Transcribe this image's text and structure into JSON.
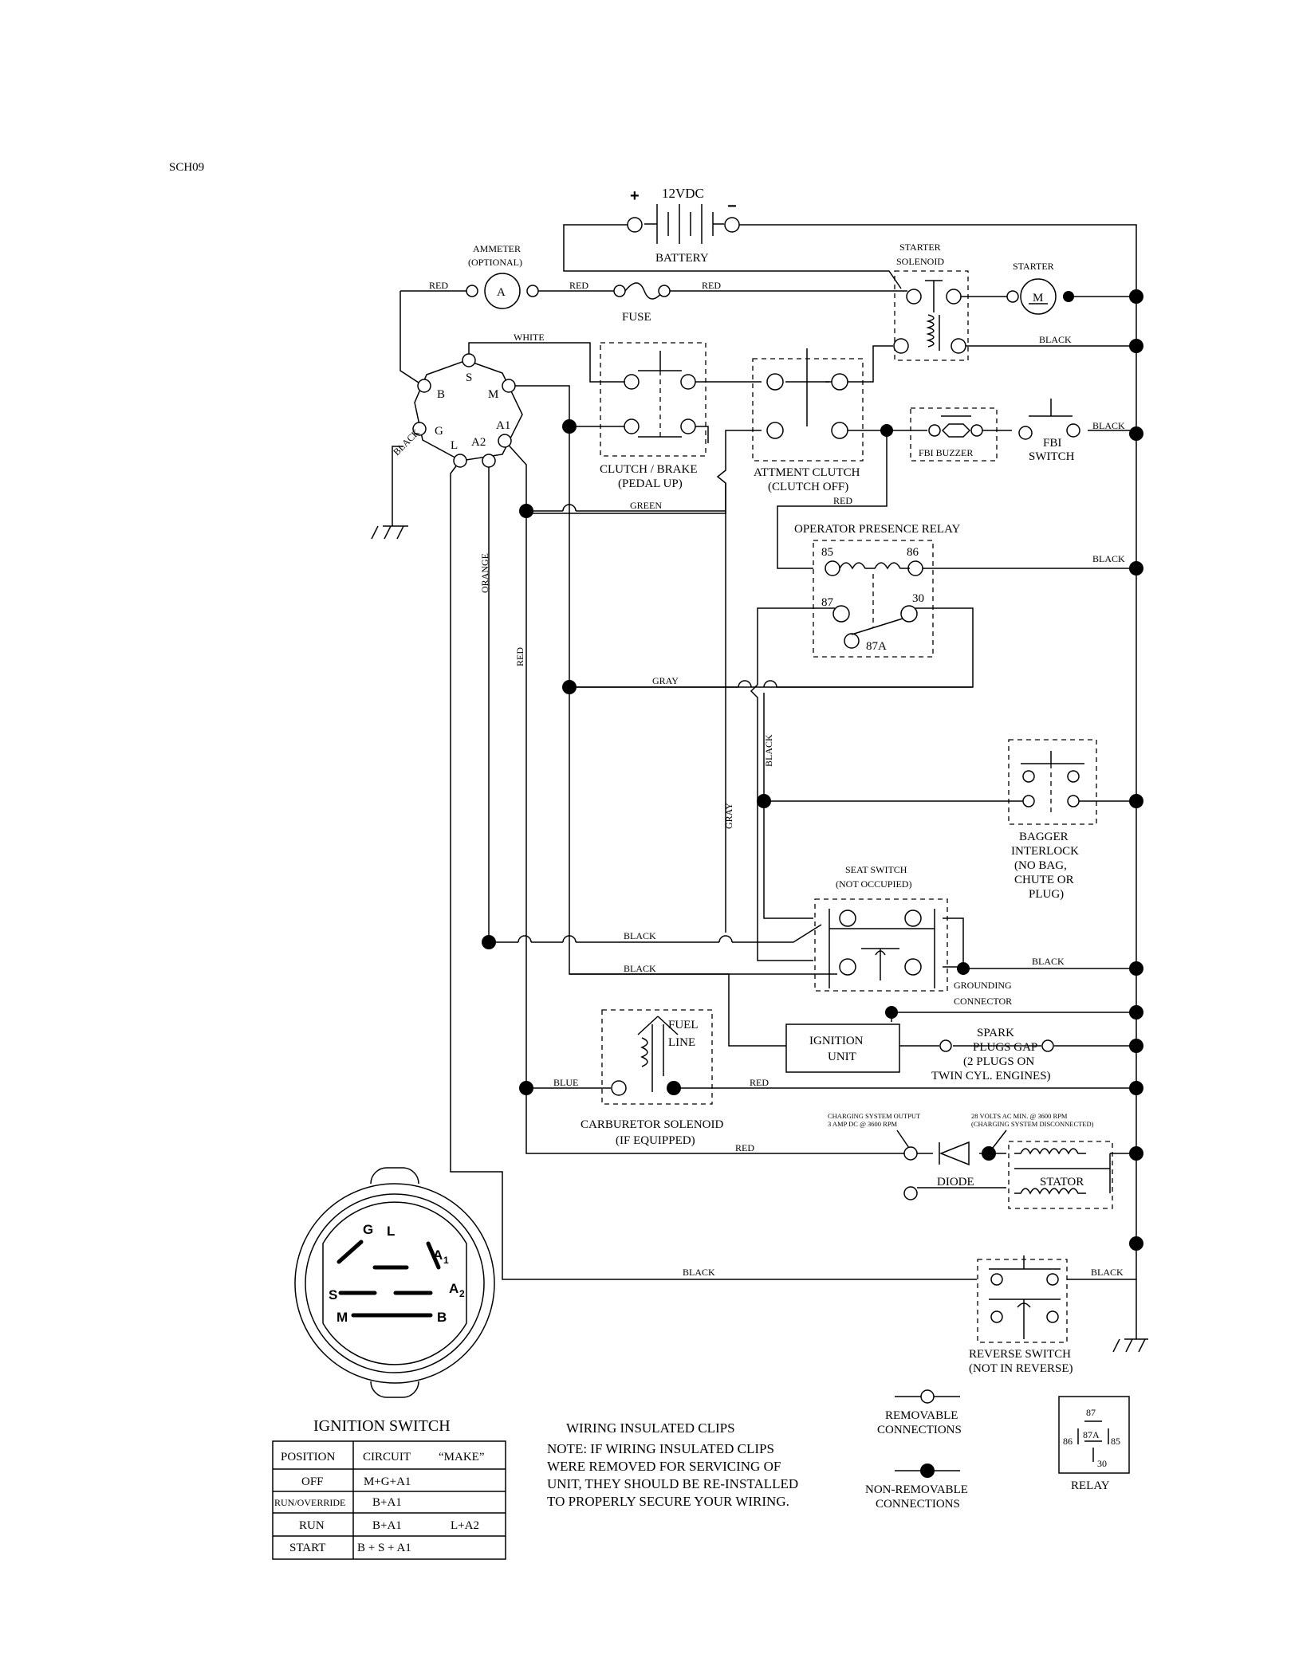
{
  "diagram_id": "SCH09",
  "battery": {
    "voltage": "12VDC",
    "plus": "+",
    "minus": "−",
    "label": "BATTERY"
  },
  "ammeter": {
    "title": "AMMETER",
    "note": "(OPTIONAL)",
    "symbol": "A"
  },
  "fuse": "FUSE",
  "starter_solenoid": [
    "STARTER",
    "SOLENOID"
  ],
  "starter": {
    "label": "STARTER",
    "symbol": "M"
  },
  "ignition_terminals": {
    "B": "B",
    "S": "S",
    "M": "M",
    "G": "G",
    "L": "L",
    "A1": "A1",
    "A2": "A2"
  },
  "clutch_brake": [
    "CLUTCH / BRAKE",
    "(PEDAL UP)"
  ],
  "attment_clutch": [
    "ATTMENT CLUTCH",
    "(CLUTCH OFF)"
  ],
  "fbi_buzzer": "FBI BUZZER",
  "fbi_switch": [
    "FBI",
    "SWITCH"
  ],
  "operator_relay": {
    "title": "OPERATOR PRESENCE RELAY",
    "t85": "85",
    "t86": "86",
    "t87": "87",
    "t30": "30",
    "t87a": "87A"
  },
  "bagger": [
    "BAGGER",
    "INTERLOCK",
    "(NO BAG,",
    "CHUTE OR",
    "PLUG)"
  ],
  "seat_switch": [
    "SEAT SWITCH",
    "(NOT OCCUPIED)"
  ],
  "grounding": [
    "GROUNDING",
    "CONNECTOR"
  ],
  "ignition_unit": [
    "IGNITION",
    "UNIT"
  ],
  "spark": [
    "SPARK",
    "PLUGS GAP",
    "(2 PLUGS ON",
    "TWIN CYL. ENGINES)"
  ],
  "fuel_line": [
    "FUEL",
    "LINE"
  ],
  "carb": [
    "CARBURETOR SOLENOID",
    "(IF EQUIPPED)"
  ],
  "charging_output": [
    "CHARGING SYSTEM OUTPUT",
    "3 AMP DC @ 3600 RPM"
  ],
  "charging_ac": [
    "28 VOLTS AC MIN. @ 3600 RPM",
    "(CHARGING SYSTEM DISCONNECTED)"
  ],
  "diode": "DIODE",
  "stator": "STATOR",
  "reverse_switch": [
    "REVERSE SWITCH",
    "(NOT IN REVERSE)"
  ],
  "wires": {
    "red": "RED",
    "white": "WHITE",
    "black": "BLACK",
    "green": "GREEN",
    "gray": "GRAY",
    "orange": "ORANGE",
    "blue": "BLUE"
  },
  "ign_switch_title": "IGNITION SWITCH",
  "ign_face": {
    "G": "G",
    "L": "L",
    "A1": "A",
    "A1sub": "1",
    "A2": "A",
    "A2sub": "2",
    "S": "S",
    "M": "M",
    "B": "B"
  },
  "ign_table": {
    "headers": [
      "POSITION",
      "CIRCUIT",
      "“MAKE”"
    ],
    "rows": [
      [
        "OFF",
        "M+G+A1",
        ""
      ],
      [
        "RUN/OVERRIDE",
        "B+A1",
        ""
      ],
      [
        "RUN",
        "B+A1",
        "L+A2"
      ],
      [
        "START",
        "B + S + A1",
        ""
      ]
    ]
  },
  "clips_title": "WIRING INSULATED CLIPS",
  "clips_note": [
    "NOTE:  IF WIRING INSULATED CLIPS",
    "WERE REMOVED FOR SERVICING OF",
    " UNIT, THEY SHOULD BE RE-INSTALLED",
    "TO PROPERLY SECURE YOUR WIRING."
  ],
  "legend": {
    "removable": [
      "REMOVABLE",
      "CONNECTIONS"
    ],
    "nonremovable": [
      "NON-REMOVABLE",
      "CONNECTIONS"
    ],
    "relay": "RELAY",
    "relay_pins": {
      "p87": "87",
      "p87a": "87A",
      "p86": "86",
      "p85": "85",
      "p30": "30"
    }
  }
}
